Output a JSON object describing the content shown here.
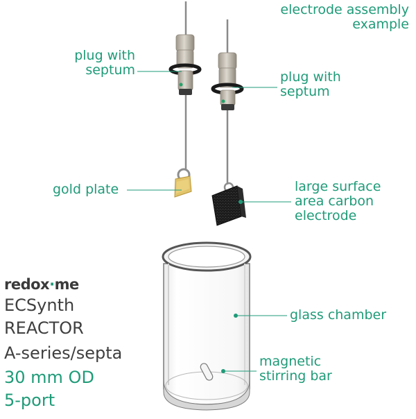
{
  "title": [
    "electrode assembly",
    "example"
  ],
  "labels": {
    "plug_left": [
      "plug with",
      "septum"
    ],
    "plug_right": [
      "plug with",
      "septum"
    ],
    "gold_plate": "gold plate",
    "carbon": [
      "large surface",
      "area carbon",
      "electrode"
    ],
    "glass": "glass chamber",
    "stir": [
      "magnetic",
      "stirring bar"
    ]
  },
  "brand": {
    "prefix": "redox",
    "sep": "·",
    "suffix": "me"
  },
  "product": {
    "line1": "ECSynth",
    "line2": "REACTOR",
    "line3": "A-series/septa",
    "line4": "30 mm OD",
    "line5": "5-port"
  },
  "colors": {
    "accent": "#1f9b78",
    "text_dark": "#3f3f3f",
    "plug_body": "#c9c3b8",
    "oring": "#1a1a1a",
    "gold": "#e2c46a",
    "carbon": "#222222",
    "glass_edge": "#6b6b6b"
  }
}
